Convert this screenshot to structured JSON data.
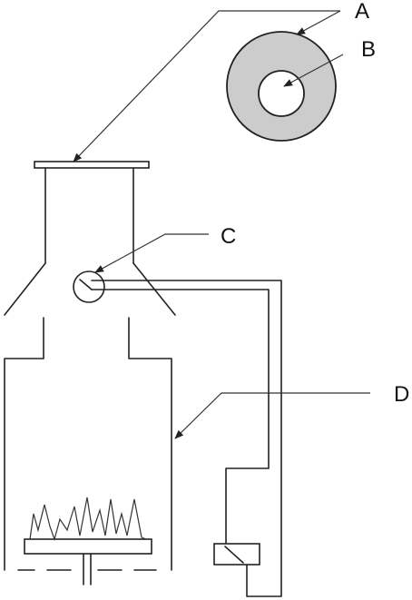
{
  "labels": {
    "a": "A",
    "b": "B",
    "c": "C",
    "d": "D"
  },
  "colors": {
    "stroke": "#222222",
    "ring_fill": "#cccccc",
    "background": "#ffffff"
  }
}
